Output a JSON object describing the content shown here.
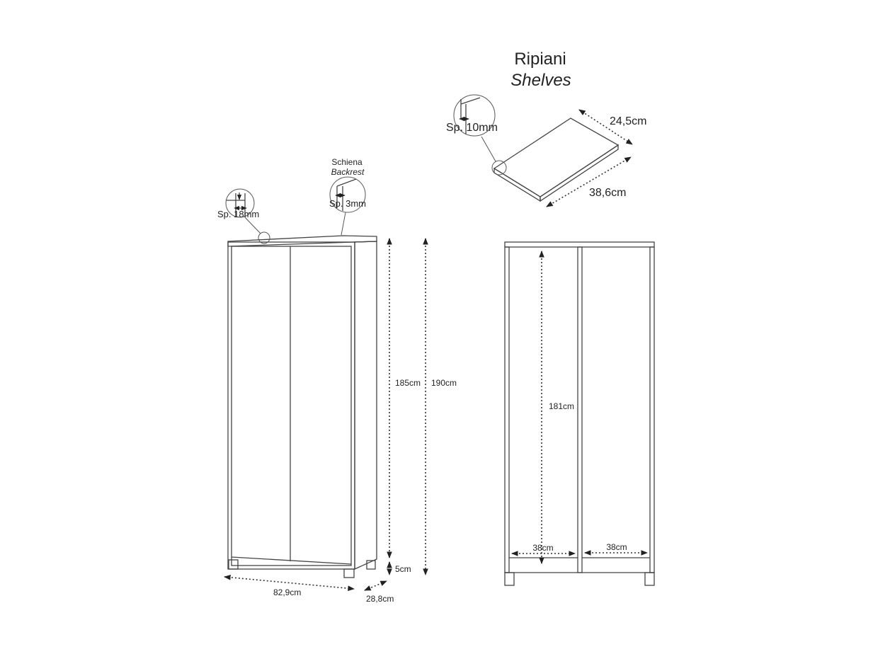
{
  "shelves_title": {
    "it": "Ripiani",
    "en": "Shelves"
  },
  "shelf": {
    "thickness_label": "Sp. 10mm",
    "width_label": "24,5cm",
    "length_label": "38,6cm"
  },
  "cabinet_front": {
    "panel_thickness_label": "Sp. 18mm",
    "backrest_title_it": "Schiena",
    "backrest_title_en": "Backrest",
    "backrest_thickness_label": "Sp. 3mm",
    "body_height_label": "185cm",
    "total_height_label": "190cm",
    "feet_height_label": "5cm",
    "width_label": "82,9cm",
    "depth_label": "28,8cm"
  },
  "cabinet_interior": {
    "inner_height_label": "181cm",
    "left_bay_width_label": "38cm",
    "right_bay_width_label": "38cm"
  },
  "colors": {
    "line": "#444444",
    "text": "#222222",
    "background": "#ffffff"
  }
}
